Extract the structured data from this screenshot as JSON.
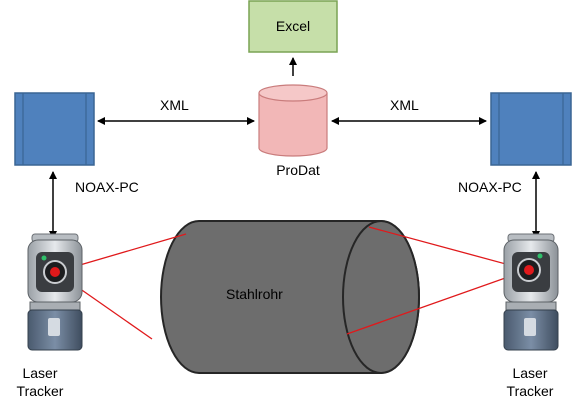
{
  "excel": {
    "label": "Excel",
    "fill": "#c6dfa9",
    "stroke": "#7aa354"
  },
  "prodat": {
    "label": "ProDat",
    "fill": "#f2b7b7",
    "stroke": "#c97c7c"
  },
  "links": {
    "xml_left": "XML",
    "xml_right": "XML"
  },
  "pcs": {
    "left_label": "NOAX-PC",
    "right_label": "NOAX-PC",
    "fill": "#4f81bd",
    "stroke": "#3a6594"
  },
  "pipe": {
    "label": "Stahlrohr",
    "fill": "#6d6d6d",
    "stroke": "#262626"
  },
  "trackers": {
    "left_label": "Laser Tracker",
    "right_label": "Laser Tracker"
  },
  "beam_color": "#e0191b",
  "arrow_color": "#000000"
}
